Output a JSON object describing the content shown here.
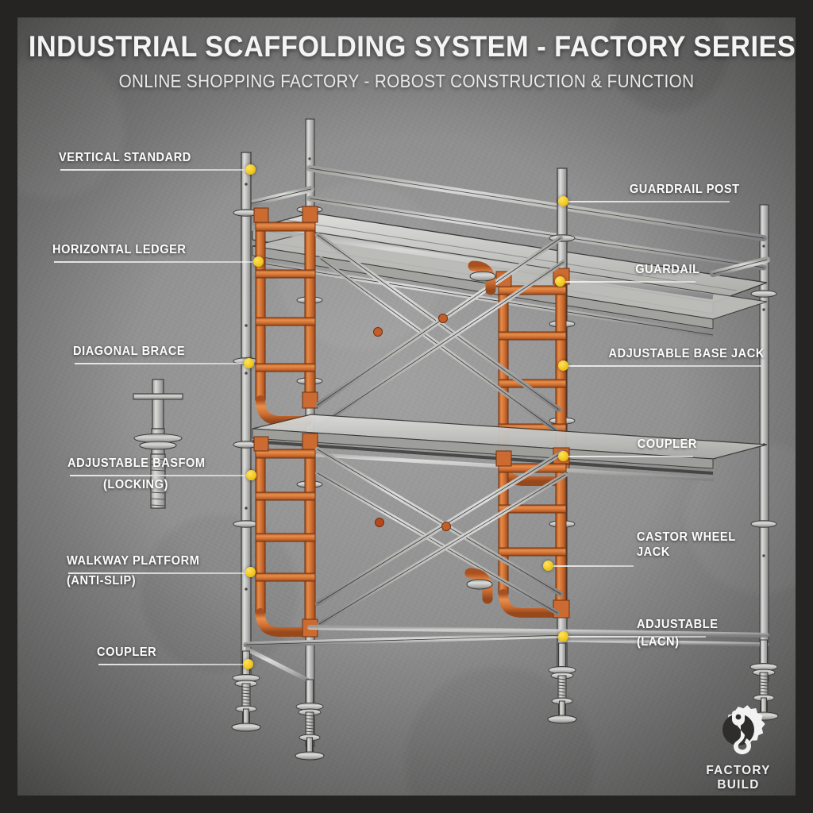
{
  "header": {
    "title": "INDUSTRIAL SCAFFOLDING SYSTEM - FACTORY SERIES",
    "subtitle": "ONLINE SHOPPING FACTORY - ROBOST CONSTRUCTION & FUNCTION"
  },
  "colors": {
    "background_dark": "#262423",
    "concrete": "#8c8c8c",
    "frame_orange": "#d4713a",
    "steel_gray": "#c6c6c4",
    "marker_yellow": "#f0c419",
    "label_text": "#fdfdfd"
  },
  "callouts_left": [
    {
      "name": "vertical-standard",
      "label": "VERTICAL STANDARD",
      "sub": ""
    },
    {
      "name": "horizontal-ledger",
      "label": "HORIZONTAL LEDGER",
      "sub": ""
    },
    {
      "name": "diagonal-brace",
      "label": "DIAGONAL BRACE",
      "sub": ""
    },
    {
      "name": "adjustable-basfom",
      "label": "ADJUSTABLE BASFOM",
      "sub": "(LOCKING)"
    },
    {
      "name": "walkway-platform",
      "label": "WALKWAY PLATFORM",
      "sub": "(ANTI-SLIP)"
    },
    {
      "name": "coupler-left",
      "label": "COUPLER",
      "sub": ""
    }
  ],
  "callouts_right": [
    {
      "name": "guardrail-post",
      "label": "GUARDRAIL POST",
      "sub": ""
    },
    {
      "name": "guardail",
      "label": "GUARDAIL",
      "sub": ""
    },
    {
      "name": "adjustable-base-jack",
      "label": "ADJUSTABLE BASE JACK",
      "sub": ""
    },
    {
      "name": "coupler-right",
      "label": "COUPLER",
      "sub": ""
    },
    {
      "name": "castor-wheel-jack",
      "label": "CASTOR WHEEL",
      "sub": "JACK"
    },
    {
      "name": "adjustable-lacn",
      "label": "ADJUSTABLE",
      "sub": "(LACN)"
    }
  ],
  "logo": {
    "line1": "FACTORY",
    "line2": "BUILD",
    "icon": "gear-hook-icon"
  }
}
